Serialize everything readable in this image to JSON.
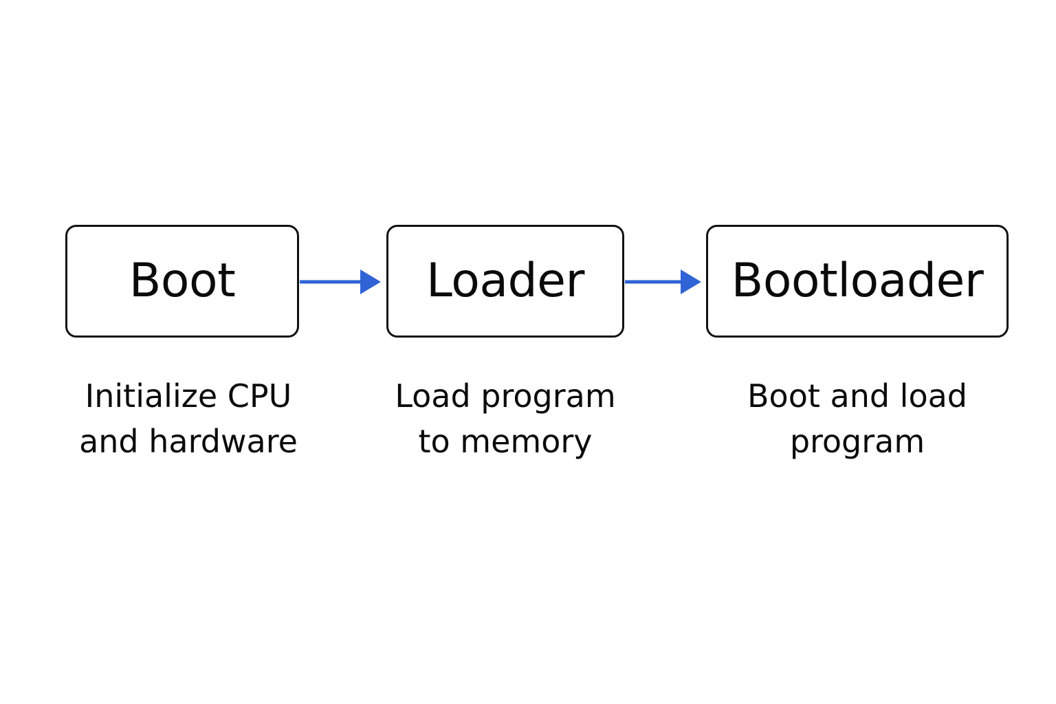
{
  "colors": {
    "arrow": "#2f63d6",
    "box_border": "#111111",
    "text": "#0a0a0a",
    "background": "#ffffff"
  },
  "steps": [
    {
      "label": "Boot",
      "description": [
        "Initialize CPU",
        "and hardware"
      ]
    },
    {
      "label": "Loader",
      "description": [
        "Load program",
        "to memory"
      ]
    },
    {
      "label": "Bootloader",
      "description": [
        "Boot and load",
        "program"
      ]
    }
  ],
  "connectors": [
    {
      "from": "Boot",
      "to": "Loader",
      "icon": "arrow-right-icon"
    },
    {
      "from": "Loader",
      "to": "Bootloader",
      "icon": "arrow-right-icon"
    }
  ]
}
